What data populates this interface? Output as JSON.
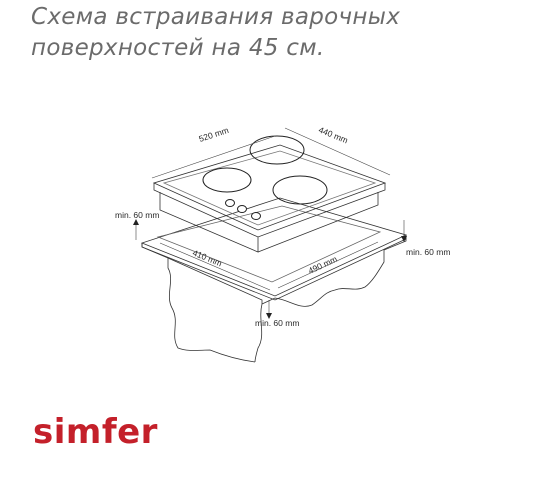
{
  "title": {
    "line1": "Схема встраивания варочных",
    "line2": "поверхностей на 45 см."
  },
  "dimensions": {
    "hob_depth": "520 mm",
    "hob_width": "440 mm",
    "cutout_width": "410 mm",
    "cutout_depth": "490 mm",
    "clearance_left": "min. 60 mm",
    "clearance_right": "min. 60 mm",
    "clearance_front": "min. 60 mm"
  },
  "brand": {
    "logo": "simfer",
    "color": "#c4202a"
  }
}
